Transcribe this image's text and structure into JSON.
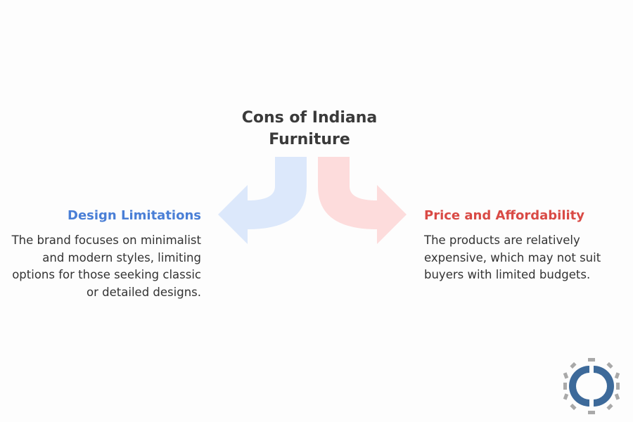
{
  "title": "Cons of Indiana Furniture",
  "left": {
    "heading": "Design Limitations",
    "description": "The brand focuses on minimalist and modern styles, limiting options for those seeking classic or detailed designs."
  },
  "right": {
    "heading": "Price and Affordability",
    "description": "The products are relatively expensive, which may not suit buyers with limited budgets."
  },
  "colors": {
    "left_accent": "#4a7fd6",
    "right_accent": "#d94a45",
    "left_arrow_fill": "#dce8fb",
    "right_arrow_fill": "#fddcdc",
    "logo_blue": "#3d6a9a",
    "logo_gray": "#a9a9a9"
  },
  "icons": {
    "left_arrow": "curved-arrow-left-icon",
    "right_arrow": "curved-arrow-right-icon",
    "logo": "brand-logo-icon"
  }
}
